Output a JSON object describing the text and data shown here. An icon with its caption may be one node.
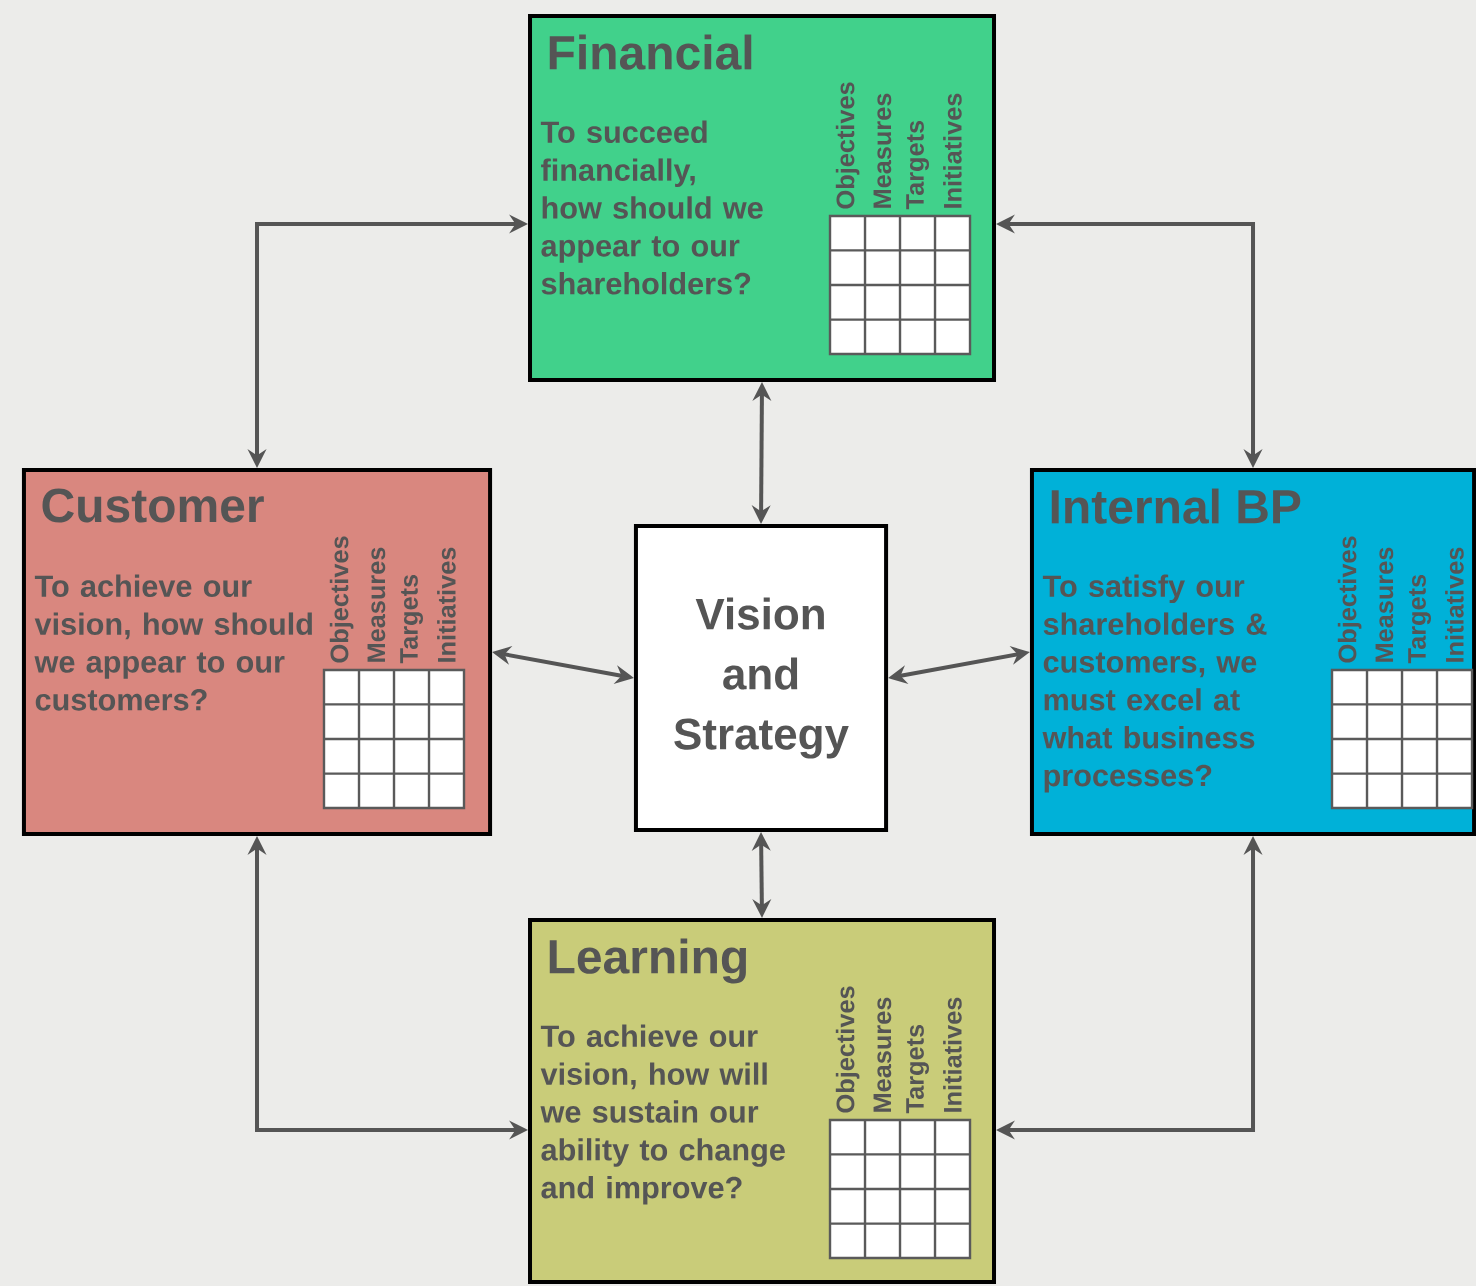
{
  "diagram": {
    "nodes": [
      {
        "text": [
          "Financial",
          "To succeed financially, how should we appear to our shareholders?",
          "Objectives",
          "Measures",
          "Targets",
          "Initiatives"
        ]
      },
      {
        "text": [
          "Customer",
          "To achieve our vision, how should we appear to our customers?",
          "Objectives",
          "Measures",
          "Targets",
          "Initiatives"
        ]
      },
      {
        "text": [
          "Vision and Strategy"
        ]
      },
      {
        "text": [
          "Internal BP",
          "To satisfy our shareholders & customers, we must excel at what business processes?",
          "Objectives",
          "Measures",
          "Targets",
          "Initiatives"
        ]
      },
      {
        "text": [
          "Learning",
          "To achieve our vision, how will we sustain our ability to change and improve?",
          "Objectives",
          "Measures",
          "Targets",
          "Initiatives"
        ]
      }
    ],
    "edges": [
      {
        "from": 2,
        "to": 0,
        "arrow": "both"
      },
      {
        "from": 2,
        "to": 1,
        "arrow": "both"
      },
      {
        "from": 2,
        "to": 3,
        "arrow": "both"
      },
      {
        "from": 2,
        "to": 4,
        "arrow": "both"
      },
      {
        "from": 0,
        "to": 1,
        "arrow": "both"
      },
      {
        "from": 0,
        "to": 3,
        "arrow": "both"
      },
      {
        "from": 1,
        "to": 4,
        "arrow": "both"
      },
      {
        "from": 3,
        "to": 4,
        "arrow": "both"
      }
    ]
  }
}
